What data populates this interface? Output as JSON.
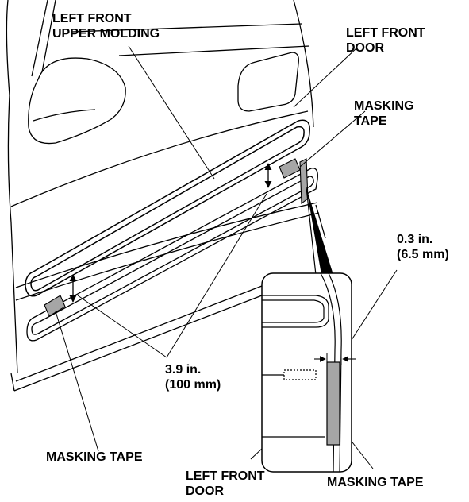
{
  "labels": {
    "upper_molding": [
      "LEFT FRONT",
      "UPPER MOLDING"
    ],
    "door_top": [
      "LEFT FRONT",
      "DOOR"
    ],
    "tape_top": [
      "MASKING",
      "TAPE"
    ],
    "gap": [
      "0.3 in.",
      "(6.5 mm)"
    ],
    "distance": [
      "3.9 in.",
      "(100 mm)"
    ],
    "tape_left": "MASKING TAPE",
    "door_bottom": [
      "LEFT FRONT",
      "DOOR"
    ],
    "tape_bottom": "MASKING TAPE"
  },
  "colors": {
    "line": "#000000",
    "tape_fill": "#a6a6a6",
    "background": "#ffffff"
  }
}
